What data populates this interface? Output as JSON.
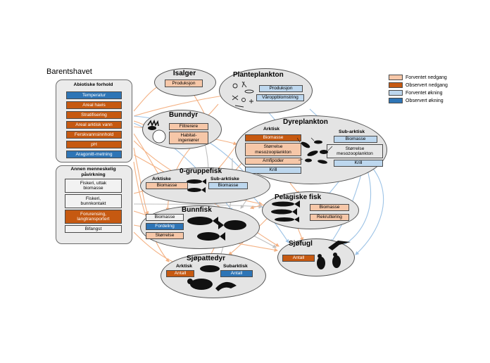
{
  "title": "Barentshavet",
  "colors": {
    "expected_decline": "#f6c7a8",
    "observed_decline": "#c65911",
    "expected_increase": "#bdd7ee",
    "observed_increase": "#2e75b6",
    "neutral": "#f2f2f2",
    "arrow_orange": "#f4b183",
    "arrow_blue": "#9dc3e6",
    "arrow_grey": "#bfbfbf"
  },
  "legend": {
    "expected_decline": "Forventet nedgang",
    "observed_decline": "Observert nedgang",
    "expected_increase": "Forventet økning",
    "observed_increase": "Observert økning"
  },
  "abiotic": {
    "title": "Abiotiske forhold",
    "items": [
      "Temperatur",
      "Areal havis",
      "Stratifisering",
      "Areal arktisk vann",
      "Ferskvannsinnhold",
      "pH",
      "Aragonitt-metning"
    ]
  },
  "human": {
    "title_line1": "Annen menneskelig",
    "title_line2": "påvirkning",
    "items": [
      {
        "line1": "Fiskeri, uttak",
        "line2": "biomasse"
      },
      {
        "line1": "Fiskeri,",
        "line2": "bunnkontakt"
      },
      {
        "line1": "Forurensing,",
        "line2": "langtransportert"
      },
      {
        "line1": "Bifangst",
        "line2": ""
      }
    ]
  },
  "isalger": {
    "title": "Isalger",
    "items": [
      "Produksjon"
    ]
  },
  "planteplankton": {
    "title": "Planteplankton",
    "items": [
      "Produksjon",
      "Våroppblomstring"
    ]
  },
  "bunndyr": {
    "title": "Bunndyr",
    "items": [
      "Filtrerere",
      "Habitat-",
      "ingeniører"
    ]
  },
  "dyreplankton": {
    "title": "Dyreplankton",
    "arctic_label": "Arktisk",
    "subarctic_label": "Sub-arktisk",
    "arctic_items": [
      "Biomasse",
      "Størrelse",
      "mesozooplankton",
      "Amfipoder",
      "Krill"
    ],
    "subarctic_items": [
      "Biomasse",
      "Størrelse",
      "mesozooplankton",
      "Krill"
    ]
  },
  "gruppefisk": {
    "title": "0-gruppefisk",
    "arctic_label": "Arktiske",
    "subarctic_label": "Sub-arktiske",
    "arctic_items": [
      "Biomasse"
    ],
    "subarctic_items": [
      "Biomasse"
    ]
  },
  "pelagisk": {
    "title": "Pelagiske fisk",
    "items": [
      "Biomasse",
      "Rekruttering"
    ]
  },
  "bunnfisk": {
    "title": "Bunnfisk",
    "items": [
      "Biomasse",
      "Fordeling",
      "Størrelse"
    ]
  },
  "sjofugl": {
    "title": "Sjøfugl",
    "items": [
      "Antall"
    ]
  },
  "sjopattedyr": {
    "title": "Sjøpattedyr",
    "arctic_label": "Arktisk",
    "subarctic_label": "Subarktisk",
    "arctic_items": [
      "Antall"
    ],
    "subarctic_items": [
      "Antall"
    ]
  }
}
